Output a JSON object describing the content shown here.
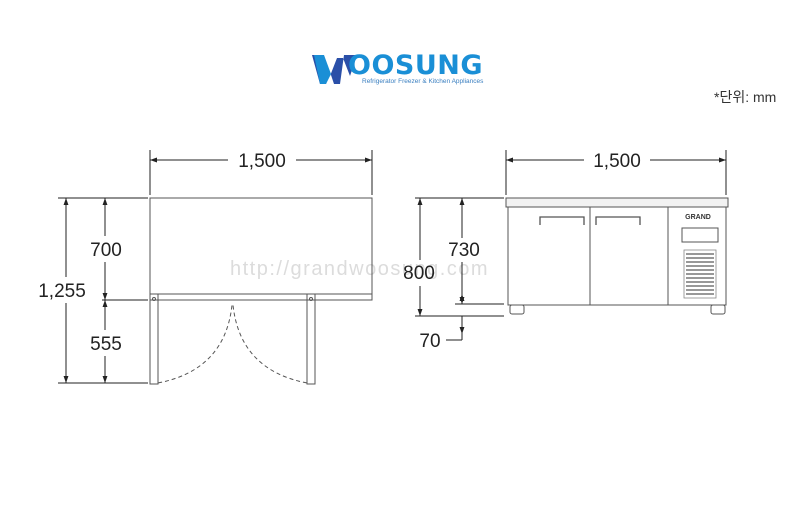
{
  "brand": {
    "name_tail": "OOSUNG",
    "tagline": "Refrigerator Freezer & Kitchen Appliances",
    "primary_color": "#1a8fd6",
    "accent_color": "#2a4fa8"
  },
  "unit_label": "*단위: mm",
  "watermark": "http://grandwoosung.com",
  "left_view": {
    "width_label": "1,500",
    "total_height_label": "1,255",
    "top_height_label": "700",
    "bottom_height_label": "555"
  },
  "right_view": {
    "width_label": "1,500",
    "total_height_label": "800",
    "body_height_label": "730",
    "leg_height_label": "70",
    "panel_brand": "GRAND"
  }
}
